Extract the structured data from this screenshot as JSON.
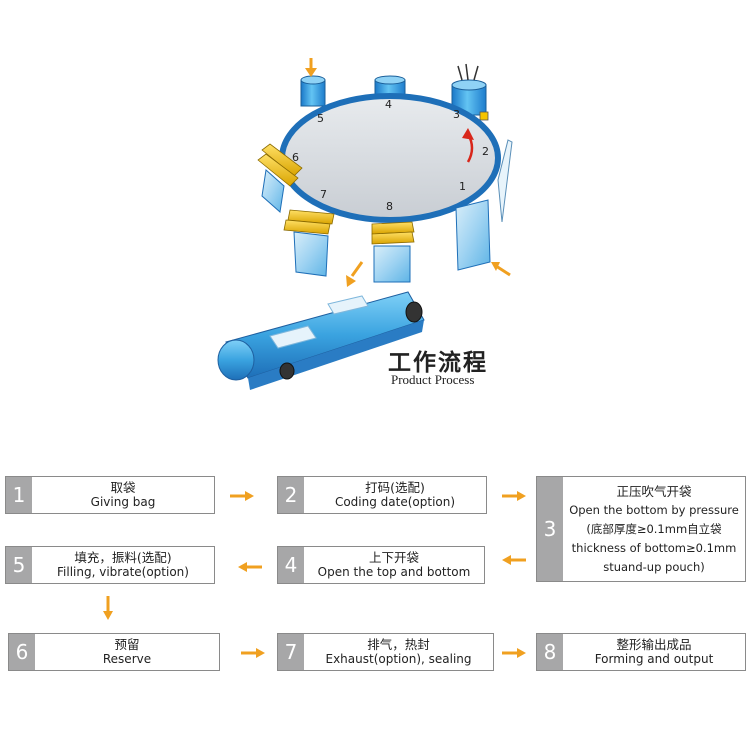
{
  "figure": {
    "title_cn": "工作流程",
    "title_en": "Product Process",
    "turntable_positions": [
      "1",
      "2",
      "3",
      "4",
      "5",
      "6",
      "7",
      "8"
    ]
  },
  "steps": [
    {
      "num": "1",
      "cn": "取袋",
      "en": "Giving bag"
    },
    {
      "num": "2",
      "cn": "打码(选配)",
      "en": "Coding date(option)"
    },
    {
      "num": "3",
      "cn": "正压吹气开袋",
      "en": "Open the bottom by pressure",
      "extra1": "(底部厚度≥0.1mm自立袋",
      "extra2": "thickness of bottom≥0.1mm",
      "extra3": "stuand-up pouch)"
    },
    {
      "num": "4",
      "cn": "上下开袋",
      "en": "Open the top and bottom"
    },
    {
      "num": "5",
      "cn": "填充，振料(选配)",
      "en": "Filling, vibrate(option)"
    },
    {
      "num": "6",
      "cn": "预留",
      "en": "Reserve"
    },
    {
      "num": "7",
      "cn": "排气，热封",
      "en": "Exhaust(option), sealing"
    },
    {
      "num": "8",
      "cn": "整形输出成品",
      "en": "Forming and output"
    }
  ],
  "colors": {
    "arrow": "#f0a020",
    "step_number_bg": "#a7a7a8",
    "machine_blue": "#3aa3e0",
    "clamp_yellow": "#f5c400"
  }
}
